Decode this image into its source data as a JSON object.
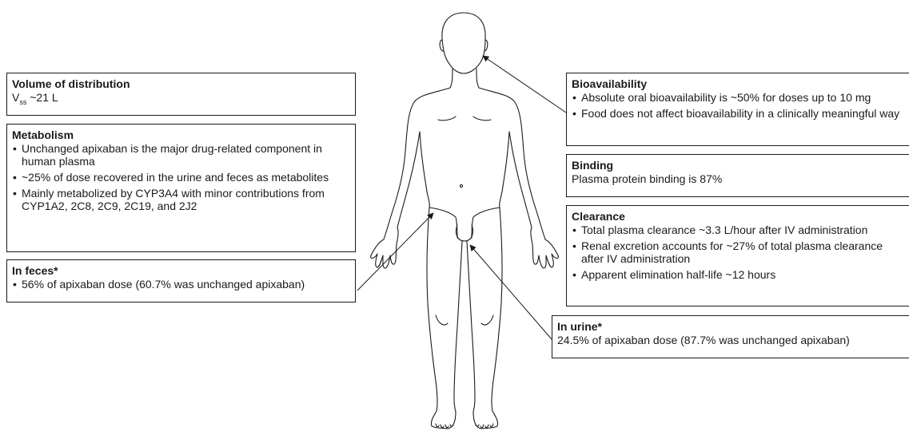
{
  "left_boxes": {
    "volume": {
      "title": "Volume of distribution",
      "text_prefix": "V",
      "text_sub": "ss",
      "text_suffix": " ~21 L"
    },
    "metabolism": {
      "title": "Metabolism",
      "items": [
        "Unchanged apixaban is the major drug-related component in human plasma",
        "~25% of dose recovered in the urine and feces as metabolites",
        "Mainly metabolized by CYP3A4 with minor contributions from CYP1A2, 2C8, 2C9, 2C19, and 2J2"
      ]
    },
    "feces": {
      "title": "In feces*",
      "items": [
        "56% of apixaban dose (60.7% was unchanged apixaban)"
      ]
    }
  },
  "right_boxes": {
    "bioavailability": {
      "title": "Bioavailability",
      "items": [
        "Absolute oral bioavailability is ~50% for doses up to 10 mg",
        "Food does not affect bioavailability in a clinically meaningful way"
      ]
    },
    "binding": {
      "title": "Binding",
      "text": "Plasma protein binding is 87%"
    },
    "clearance": {
      "title": "Clearance",
      "items": [
        "Total plasma clearance ~3.3 L/hour after IV administration",
        "Renal excretion accounts for ~27% of total plasma clearance after IV administration",
        "Apparent elimination half-life ~12 hours"
      ]
    },
    "urine": {
      "title": "In urine*",
      "text": "24.5% of apixaban dose (87.7% was unchanged apixaban)"
    }
  },
  "colors": {
    "line": "#1a1a1a",
    "background": "#ffffff"
  }
}
